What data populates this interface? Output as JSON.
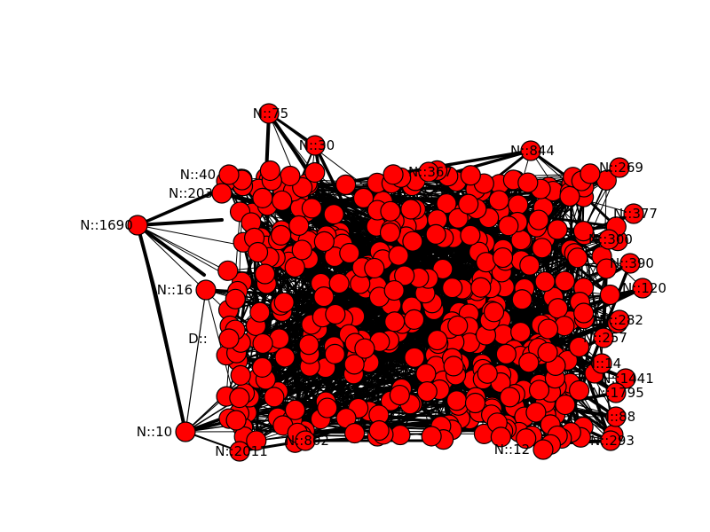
{
  "colors": {
    "node_fill": "#ff0000",
    "node_stroke": "#000000",
    "edge": "#000000",
    "label": "#000000",
    "background": "#ffffff"
  },
  "graph": {
    "labeled_nodes": [
      {
        "id": "n75",
        "label": "N::75"
      },
      {
        "id": "n30",
        "label": "N::30"
      },
      {
        "id": "n844",
        "label": "N::844"
      },
      {
        "id": "n1690",
        "label": "N::1690"
      },
      {
        "id": "n269",
        "label": "N::269"
      },
      {
        "id": "n40",
        "label": "N::40"
      },
      {
        "id": "n203",
        "label": "N::203"
      },
      {
        "id": "n377",
        "label": "N::377"
      },
      {
        "id": "n300",
        "label": "N::300"
      },
      {
        "id": "n390",
        "label": "N::390"
      },
      {
        "id": "n120",
        "label": "N::120"
      },
      {
        "id": "n282",
        "label": "N::282"
      },
      {
        "id": "n257",
        "label": "N::257"
      },
      {
        "id": "n14",
        "label": "N::14"
      },
      {
        "id": "n1441",
        "label": "N::1441"
      },
      {
        "id": "n1795",
        "label": "N::1795"
      },
      {
        "id": "n88",
        "label": "N::88"
      },
      {
        "id": "n293",
        "label": "N::293"
      },
      {
        "id": "n2011",
        "label": "N::2011"
      },
      {
        "id": "n10",
        "label": "N::10"
      },
      {
        "id": "n802",
        "label": "N::802"
      },
      {
        "id": "n12",
        "label": "N::12"
      },
      {
        "id": "n367",
        "label": "N::367"
      },
      {
        "id": "n16",
        "label": "N::16"
      },
      {
        "id": "dn",
        "label": "D::"
      }
    ]
  }
}
